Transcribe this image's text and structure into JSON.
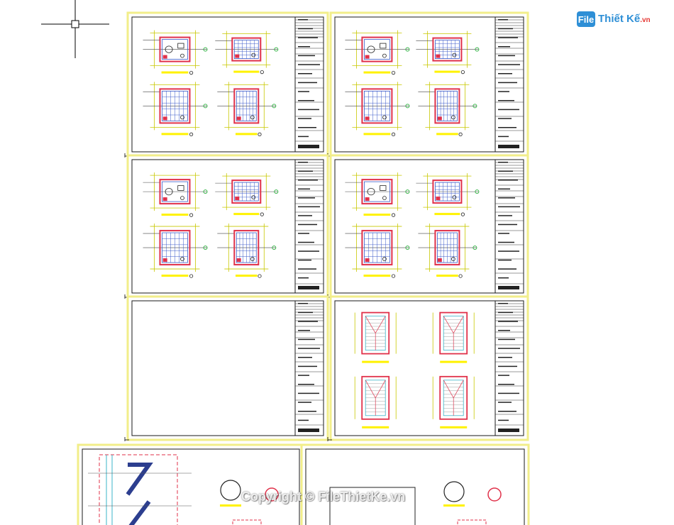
{
  "branding": {
    "badge": "File",
    "name": "Thiết Kế",
    "suffix": ".vn"
  },
  "watermark": {
    "text": "Copyright © FileThietKe.vn"
  },
  "colors": {
    "background": "#ffffff",
    "sheet_border": "#f2ee8a",
    "frame_line": "#1a1a1a",
    "wall": "#e0314a",
    "fixture": "#3a59c9",
    "dimension": "#c8c800",
    "label_bar": "#fff200",
    "brand": "#2e8fd6"
  },
  "crosshair": {
    "icon": "cad-cursor-crosshair-icon"
  },
  "sheets": [
    {
      "id": "sheet-r1-left",
      "content": "toilet-plans"
    },
    {
      "id": "sheet-r1-right",
      "content": "toilet-plans"
    },
    {
      "id": "sheet-r2-left",
      "content": "toilet-plans"
    },
    {
      "id": "sheet-r2-right",
      "content": "toilet-plans"
    },
    {
      "id": "sheet-r3-left",
      "content": "empty"
    },
    {
      "id": "sheet-r3-right",
      "content": "stair-plans"
    },
    {
      "id": "sheet-bottom-left",
      "content": "stair-section"
    },
    {
      "id": "sheet-bottom-right",
      "content": "stair-details"
    }
  ]
}
